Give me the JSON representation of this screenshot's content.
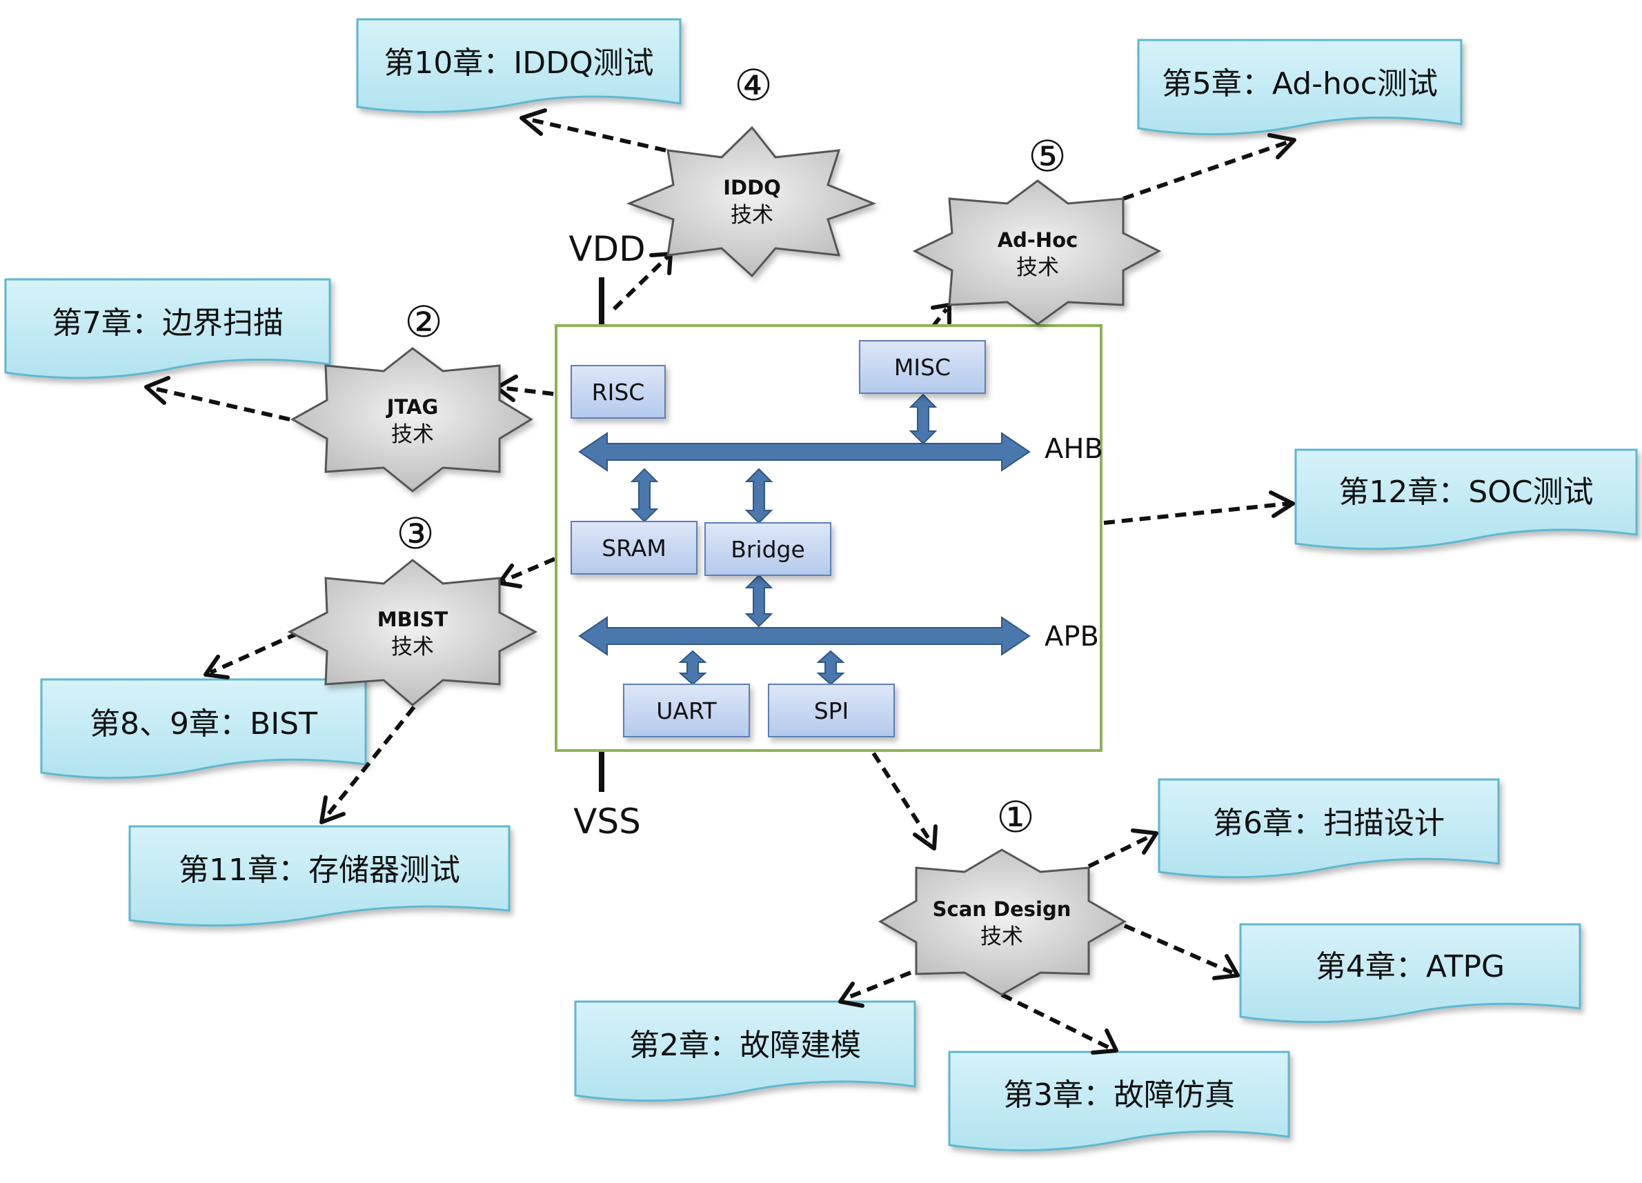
{
  "power": {
    "vdd": "VDD",
    "vss": "VSS"
  },
  "buses": {
    "ahb": "AHB",
    "apb": "APB"
  },
  "blocks": {
    "risc": "RISC",
    "misc": "MISC",
    "sram": "SRAM",
    "bridge": "Bridge",
    "uart": "UART",
    "spi": "SPI"
  },
  "techniques": {
    "iddq": {
      "number": "④",
      "title": "IDDQ",
      "sub": "技术"
    },
    "adhoc": {
      "number": "⑤",
      "title": "Ad-Hoc",
      "sub": "技术"
    },
    "jtag": {
      "number": "②",
      "title": "JTAG",
      "sub": "技术"
    },
    "mbist": {
      "number": "③",
      "title": "MBIST",
      "sub": "技术"
    },
    "scan": {
      "number": "①",
      "title": "Scan Design",
      "sub": "技术"
    }
  },
  "chapters": {
    "ch10": "第10章：IDDQ测试",
    "ch5": "第5章：Ad-hoc测试",
    "ch7": "第7章：边界扫描",
    "ch12": "第12章：SOC测试",
    "ch89": "第8、9章：BIST",
    "ch11": "第11章：存储器测试",
    "ch6": "第6章：扫描设计",
    "ch4": "第4章：ATPG",
    "ch2": "第2章：故障建模",
    "ch3": "第3章：故障仿真"
  },
  "colors": {
    "note_fill": "#c6ecf5",
    "note_stroke": "#5fb7cf",
    "block_fill": "#c9d8f2",
    "block_stroke": "#5b7fb5",
    "bus_fill": "#4a78ad",
    "chip_border": "#8db255",
    "star_fill": "#cfcfcf",
    "star_stroke": "#555555"
  }
}
